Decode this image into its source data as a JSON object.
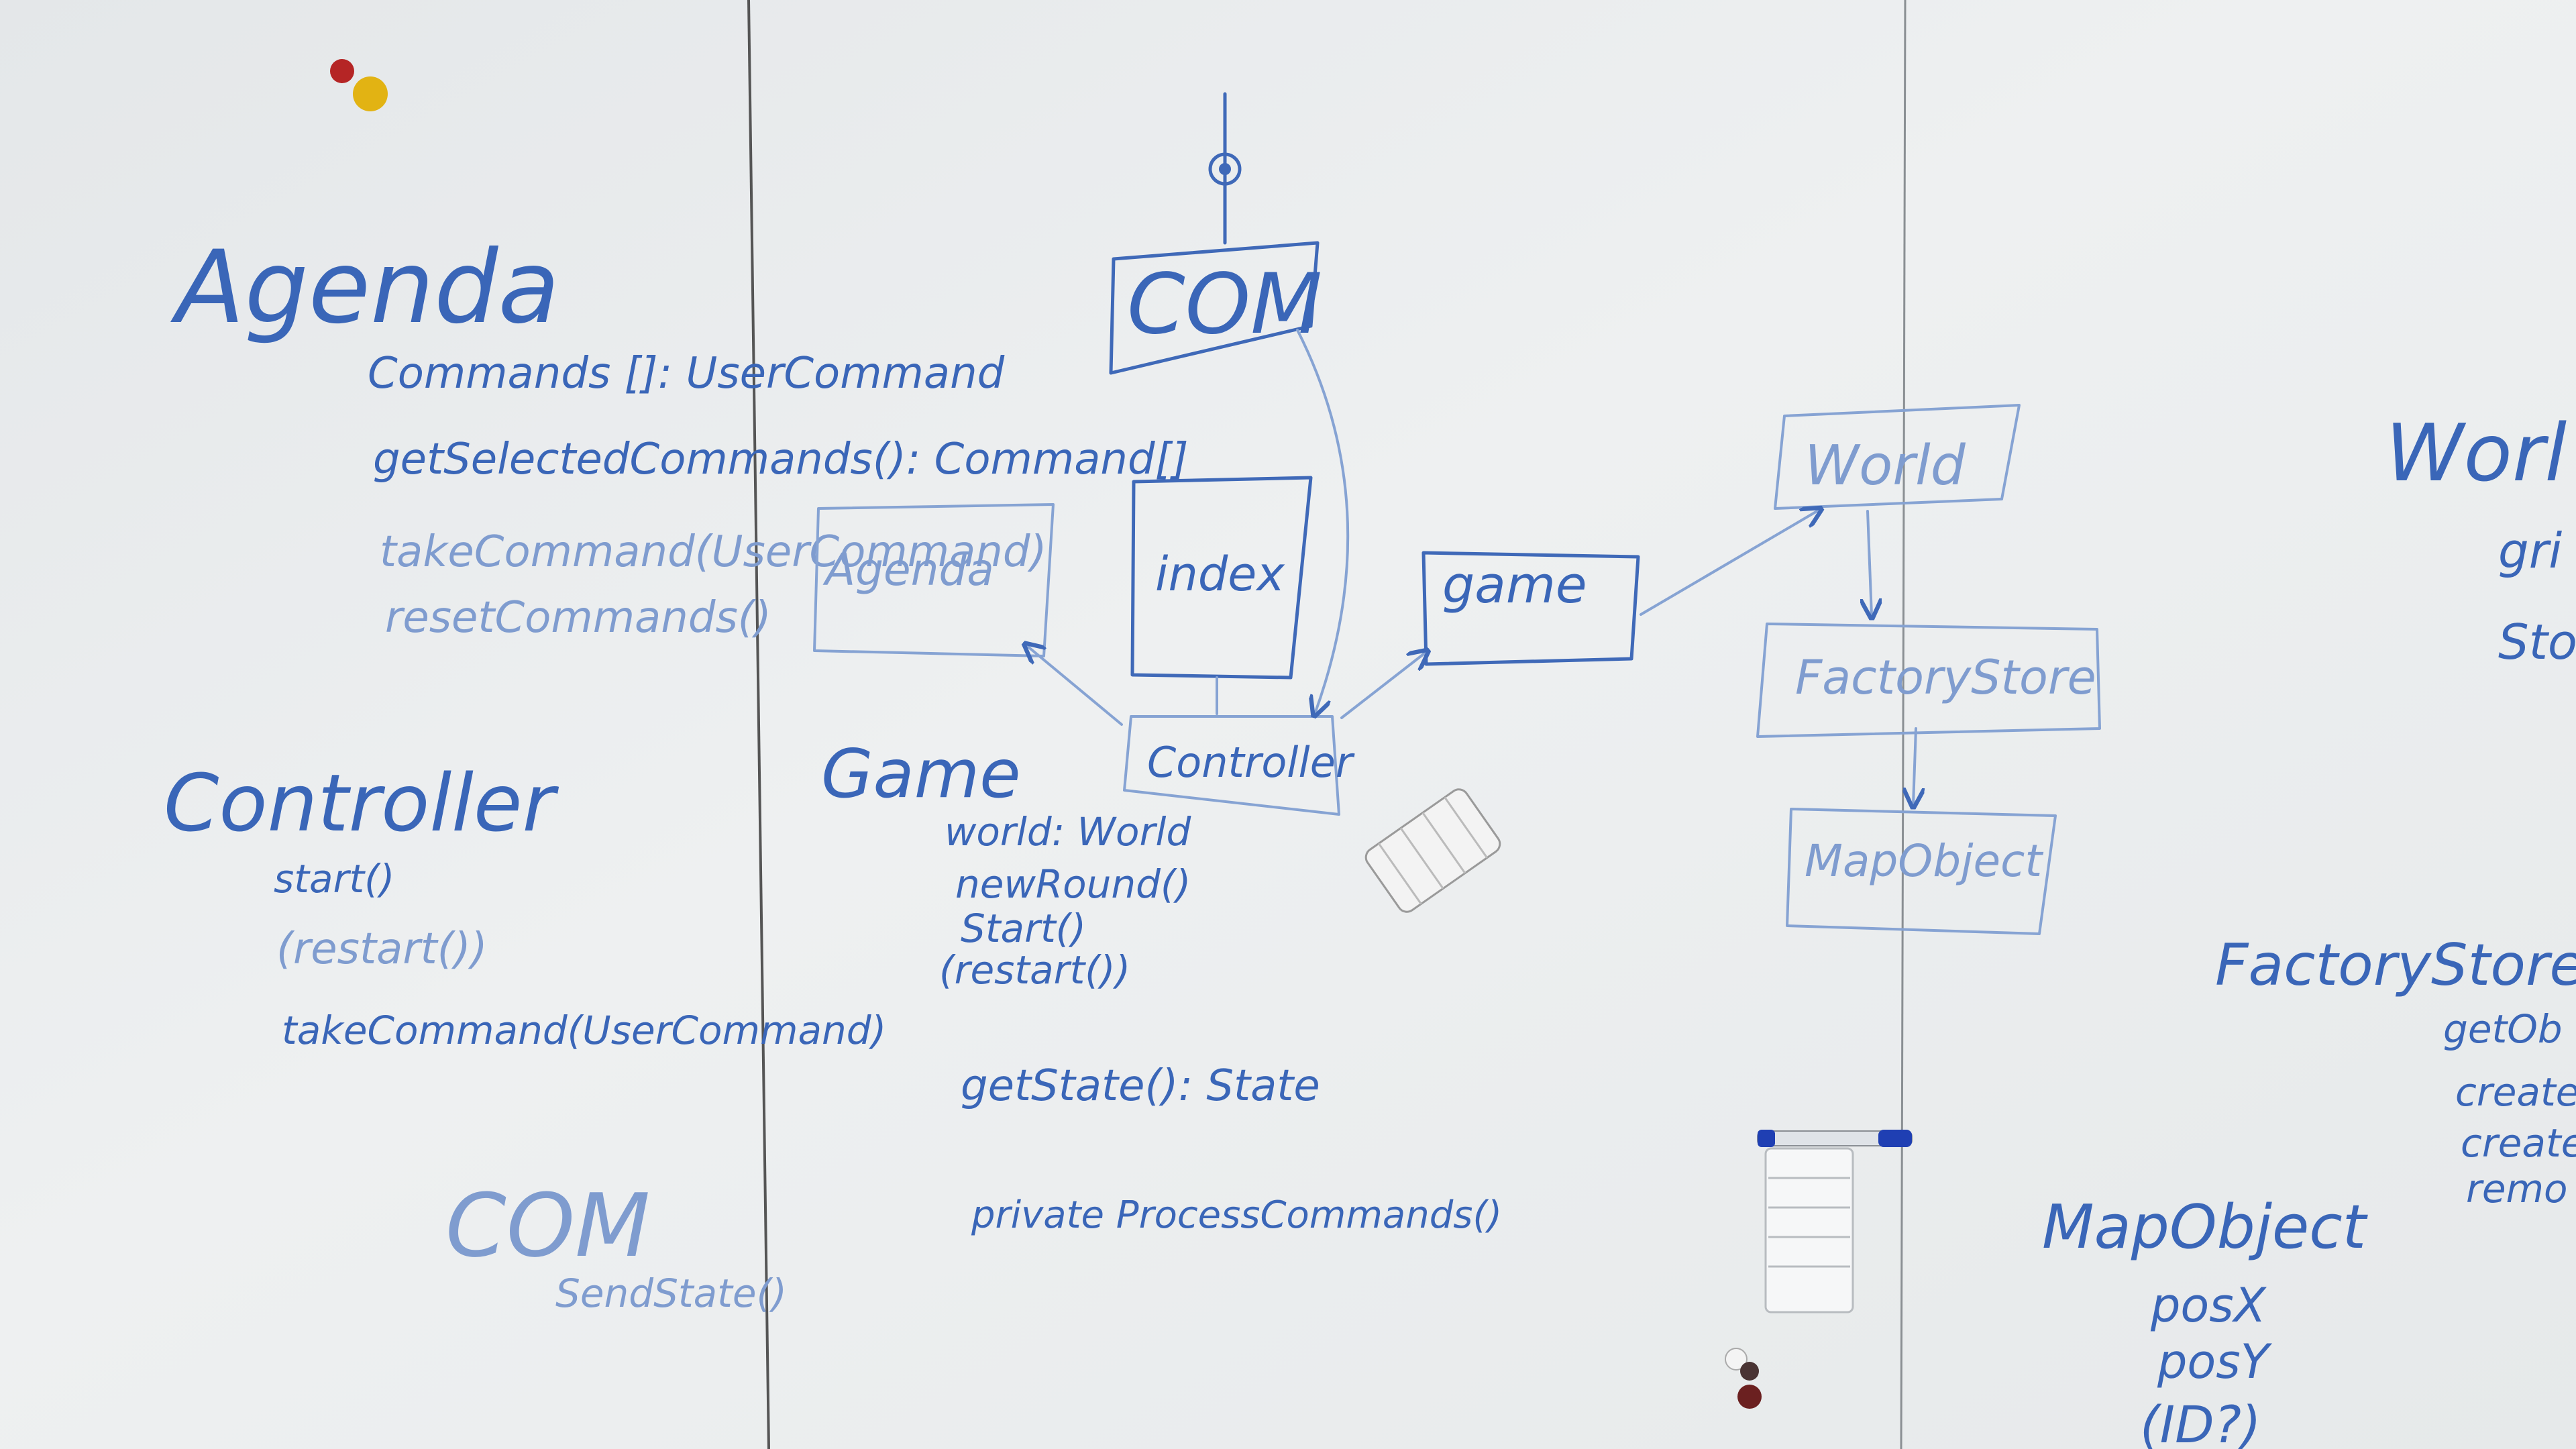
{
  "sections": {
    "agenda": {
      "title": "Agenda",
      "lines": [
        "Commands []: UserCommand",
        "getSelectedCommands(): Command[]",
        "takeCommand(UserCommand)",
        "resetCommands()"
      ]
    },
    "controller": {
      "title": "Controller",
      "lines": [
        "start()",
        "(restart())",
        "takeCommand(UserCommand)"
      ]
    },
    "com": {
      "title": "COM",
      "lines": [
        "SendState()"
      ]
    },
    "game": {
      "title": "Game",
      "lines": [
        "world: World",
        "newRound()",
        "Start()",
        "(restart())",
        "getState(): State",
        "private ProcessCommands()"
      ]
    },
    "world_partial": {
      "title": "Worl",
      "lines": [
        "gri",
        "Sto"
      ]
    },
    "factory_store": {
      "title": "FactoryStore",
      "lines": [
        "getOb",
        "create",
        "create",
        "remo"
      ]
    },
    "map_object": {
      "title": "MapObject",
      "lines": [
        "posX",
        "posY",
        "(ID?)"
      ]
    }
  },
  "diagram": {
    "boxes": {
      "com": "COM",
      "agenda": "Agenda",
      "index": "index",
      "controller": "Controller",
      "game": "game",
      "world": "World",
      "factory_store": "FactoryStore",
      "map_object": "MapObject"
    }
  },
  "colors": {
    "board": "#e9ecee",
    "ink": "#3a66b8",
    "ink_light": "#86a3d3",
    "magnet_red": "#b52525",
    "magnet_yellow": "#e2b313",
    "marker_cap": "#1f3fb3"
  }
}
